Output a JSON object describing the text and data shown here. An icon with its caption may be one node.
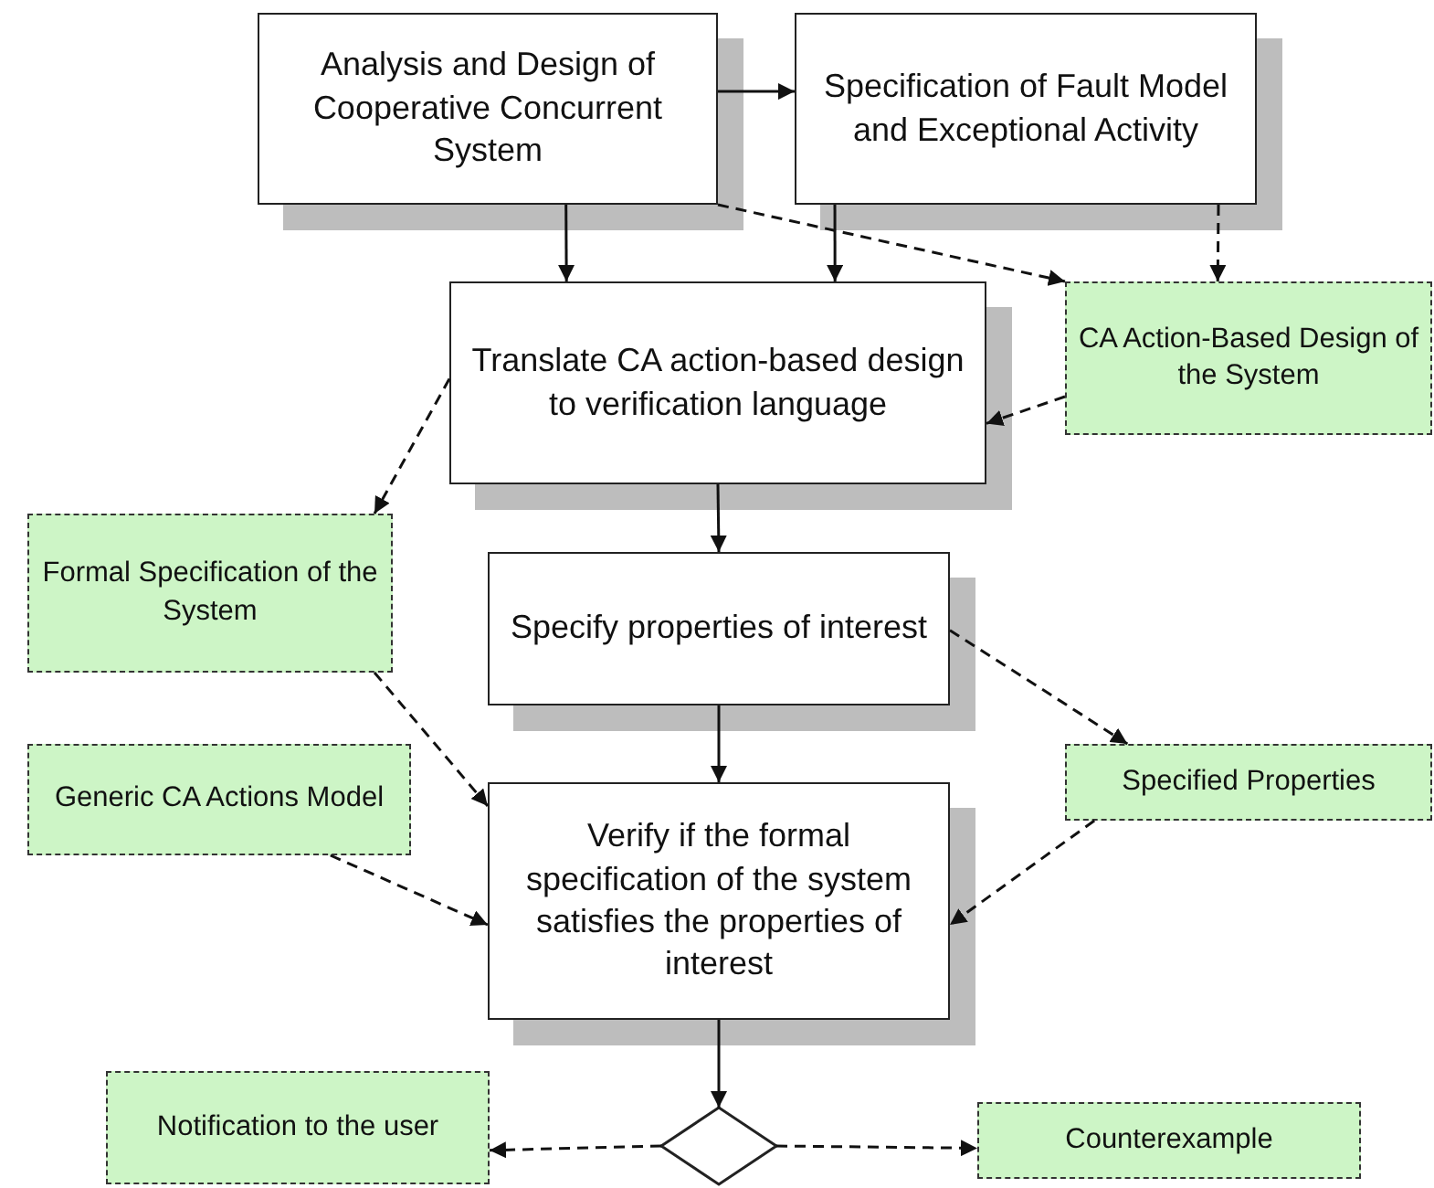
{
  "diagram": {
    "nodes": [
      {
        "text": [
          "Analysis and Design of Cooperative Concurrent System"
        ]
      },
      {
        "text": [
          "Specification of Fault Model and Exceptional Activity"
        ]
      },
      {
        "text": [
          "CA Action-Based Design of the System"
        ]
      },
      {
        "text": [
          "Translate CA action-based design to verification language"
        ]
      },
      {
        "text": [
          "Formal Specification of the System"
        ]
      },
      {
        "text": [
          "Specify properties of interest"
        ]
      },
      {
        "text": [
          "Generic CA Actions Model"
        ]
      },
      {
        "text": [
          "Specified Properties"
        ]
      },
      {
        "text": [
          "Verify if the formal specification of the system satisfies the properties of interest"
        ]
      },
      {
        "text": [
          "Notification to the user"
        ]
      },
      {
        "text": [],
        "shape": "diamond"
      },
      {
        "text": [
          "Counterexample"
        ]
      }
    ],
    "edges": [
      {
        "from": 0,
        "to": 1,
        "arrow": "to"
      },
      {
        "from": 0,
        "to": 3,
        "arrow": "to"
      },
      {
        "from": 1,
        "to": 3,
        "arrow": "to"
      },
      {
        "from": 0,
        "to": 2,
        "arrow": "to",
        "style": "dashed"
      },
      {
        "from": 1,
        "to": 2,
        "arrow": "to",
        "style": "dashed"
      },
      {
        "from": 2,
        "to": 3,
        "arrow": "to",
        "style": "dashed"
      },
      {
        "from": 3,
        "to": 4,
        "arrow": "to",
        "style": "dashed"
      },
      {
        "from": 3,
        "to": 5,
        "arrow": "to"
      },
      {
        "from": 5,
        "to": 7,
        "arrow": "to",
        "style": "dashed"
      },
      {
        "from": 4,
        "to": 8,
        "arrow": "to",
        "style": "dashed"
      },
      {
        "from": 5,
        "to": 8,
        "arrow": "to"
      },
      {
        "from": 6,
        "to": 8,
        "arrow": "to",
        "style": "dashed"
      },
      {
        "from": 7,
        "to": 8,
        "arrow": "to",
        "style": "dashed"
      },
      {
        "from": 8,
        "to": 10,
        "arrow": "to"
      },
      {
        "from": 10,
        "to": 9,
        "arrow": "to",
        "style": "dashed"
      },
      {
        "from": 10,
        "to": 11,
        "arrow": "to",
        "style": "dashed"
      }
    ]
  }
}
